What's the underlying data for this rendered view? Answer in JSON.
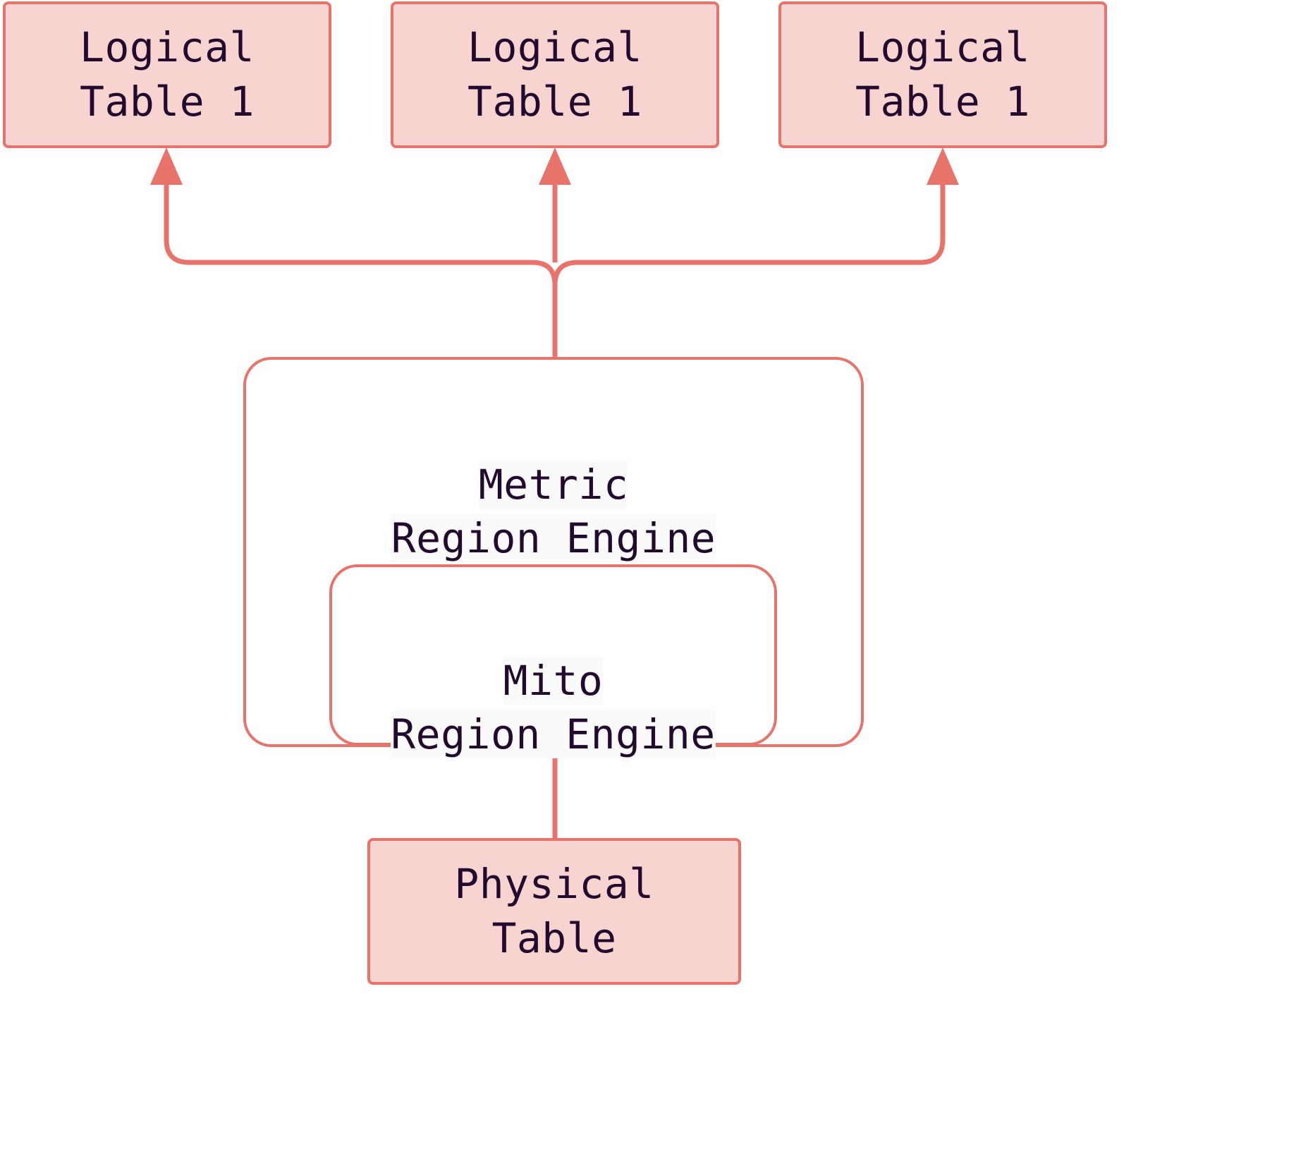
{
  "diagram": {
    "type": "architecture-flow",
    "title": "",
    "colors": {
      "accent": "#e8736a",
      "node_fill": "#f8d4d1",
      "text": "#22092e",
      "background": "#ffffff",
      "label_halo": "#fafafa"
    },
    "nodes": [
      {
        "id": "logical-table-1a",
        "label": "Logical\nTable 1",
        "shape": "rect",
        "fill": "#f8d4d1"
      },
      {
        "id": "logical-table-1b",
        "label": "Logical\nTable 1",
        "shape": "rect",
        "fill": "#f8d4d1"
      },
      {
        "id": "logical-table-1c",
        "label": "Logical\nTable 1",
        "shape": "rect",
        "fill": "#f8d4d1"
      },
      {
        "id": "metric-region-engine",
        "label": "Metric\nRegion Engine",
        "shape": "rounded",
        "fill": "#ffffff"
      },
      {
        "id": "mito-region-engine",
        "label": "Mito\nRegion Engine",
        "shape": "rounded",
        "fill": "#ffffff"
      },
      {
        "id": "physical-table",
        "label": "Physical\nTable",
        "shape": "rect",
        "fill": "#f8d4d1"
      }
    ],
    "edges": [
      {
        "from": "metric-region-engine",
        "to": "logical-table-1a",
        "style": "orthogonal",
        "arrow": "end"
      },
      {
        "from": "metric-region-engine",
        "to": "logical-table-1b",
        "style": "orthogonal",
        "arrow": "end"
      },
      {
        "from": "metric-region-engine",
        "to": "logical-table-1c",
        "style": "orthogonal",
        "arrow": "end"
      },
      {
        "from": "physical-table",
        "to": "mito-region-engine",
        "style": "straight",
        "arrow": "end"
      }
    ]
  }
}
